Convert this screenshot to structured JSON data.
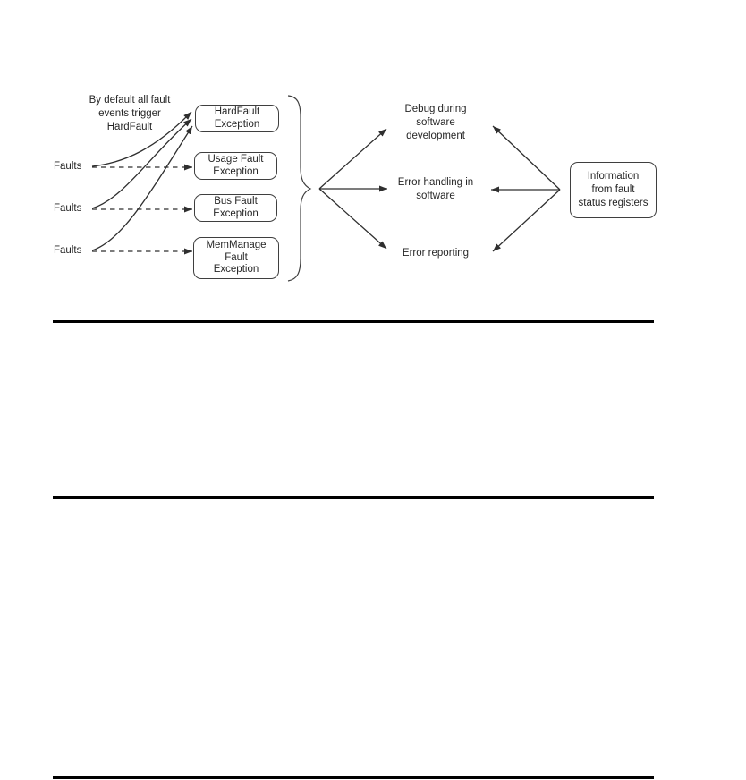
{
  "colors": {
    "background": "#ffffff",
    "line": "#2f2f2f",
    "box_border": "#3f3f3f",
    "text": "#262626",
    "rule": "#000000"
  },
  "diagram": {
    "note": "By default all fault\nevents trigger\nHardFault",
    "fault_sources": [
      {
        "label": "Faults"
      },
      {
        "label": "Faults"
      },
      {
        "label": "Faults"
      }
    ],
    "exception_boxes": [
      {
        "label": "HardFault\nException"
      },
      {
        "label": "Usage Fault\nException"
      },
      {
        "label": "Bus Fault\nException"
      },
      {
        "label": "MemManage\nFault\nException"
      }
    ],
    "purposes": [
      {
        "label": "Debug during\nsoftware\ndevelopment"
      },
      {
        "label": "Error handling in\nsoftware"
      },
      {
        "label": "Error reporting"
      }
    ],
    "info_box": {
      "label": "Information\nfrom fault\nstatus registers"
    }
  }
}
